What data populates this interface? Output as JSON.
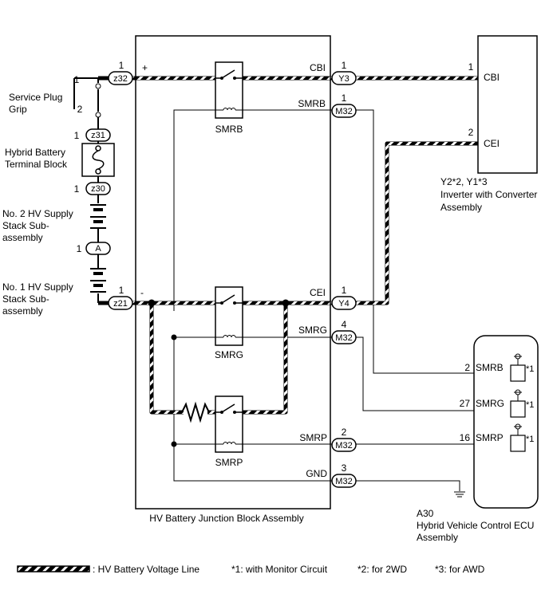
{
  "service_plug": {
    "label_line1": "Service Plug",
    "label_line2": "Grip",
    "pin1": "1",
    "pin2": "2"
  },
  "battery_terminal_block": {
    "label_line1": "Hybrid Battery",
    "label_line2": "Terminal Block",
    "pin_top": "1",
    "pin_bottom": "1"
  },
  "stack2": {
    "label_line1": "No. 2 HV Supply",
    "label_line2": "Stack Sub-",
    "label_line3": "assembly",
    "pin": "1"
  },
  "stack1": {
    "label_line1": "No. 1 HV Supply",
    "label_line2": "Stack Sub-",
    "label_line3": "assembly"
  },
  "connectors": {
    "z32": "z32",
    "z31": "z31",
    "z30": "z30",
    "A": "A",
    "z21": "z21",
    "Y3": "Y3",
    "M32": "M32",
    "Y4": "Y4"
  },
  "pins": {
    "z32": "1",
    "z21": "1",
    "Y3": "1",
    "M32_smrb": "1",
    "Y4": "1",
    "M32_smrg": "4",
    "M32_smrp": "2",
    "M32_gnd": "3",
    "inv_cbi": "1",
    "inv_cei": "2",
    "ecu_smrb": "2",
    "ecu_smrg": "27",
    "ecu_smrp": "16"
  },
  "junction_block": {
    "plus": "+",
    "minus": "-",
    "cbi": "CBI",
    "smrb": "SMRB",
    "cei": "CEI",
    "smrg": "SMRG",
    "smrp": "SMRP",
    "gnd": "GND",
    "relay_smrb": "SMRB",
    "relay_smrg": "SMRG",
    "relay_smrp": "SMRP",
    "title": "HV Battery Junction Block Assembly"
  },
  "inverter": {
    "cbi": "CBI",
    "cei": "CEI",
    "note": "Y2*2, Y1*3",
    "label_line1": "Inverter with Converter",
    "label_line2": "Assembly"
  },
  "ecu": {
    "smrb": "SMRB",
    "smrg": "SMRG",
    "smrp": "SMRP",
    "mark": "*1",
    "code": "A30",
    "label_line1": "Hybrid Vehicle Control ECU",
    "label_line2": "Assembly"
  },
  "legend": {
    "hv_line": ": HV Battery Voltage Line",
    "note1": "*1: with Monitor Circuit",
    "note2": "*2: for 2WD",
    "note3": "*3: for AWD"
  }
}
